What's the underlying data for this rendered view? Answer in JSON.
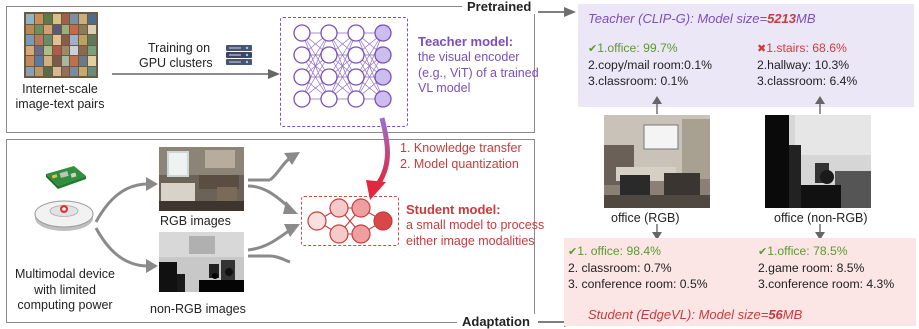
{
  "sections": {
    "pretrained": "Pretrained",
    "adaptation": "Adaptation"
  },
  "pretrain": {
    "data_caption_l1": "Internet-scale",
    "data_caption_l2": "image-text pairs",
    "training_l1": "Training on",
    "training_l2": "GPU clusters",
    "teacher_title": "Teacher model:",
    "teacher_desc_l1": "the visual encoder",
    "teacher_desc_l2": "(e.g., ViT) of a trained",
    "teacher_desc_l3": "VL model"
  },
  "transfer": {
    "step1": "1. Knowledge transfer",
    "step2": "2. Model quantization"
  },
  "adapt": {
    "device_l1": "Multimodal device",
    "device_l2": "with limited",
    "device_l3": "computing power",
    "rgb_caption": "RGB images",
    "nonrgb_caption": "non-RGB images",
    "student_title": "Student model:",
    "student_desc_l1": "a small model to process",
    "student_desc_l2": "either image modalities"
  },
  "teacher_panel": {
    "label_prefix": "Teacher (CLIP-G): Model size=",
    "label_value": "5213",
    "label_unit": "MB",
    "rgb_results": [
      "1.office: 99.7%",
      "2.copy/mail room:0.1%",
      "3.classroom: 0.1%"
    ],
    "nonrgb_results": [
      "1.stairs: 68.6%",
      "2.hallway: 10.3%",
      "3.classroom: 6.4%"
    ]
  },
  "examples": {
    "rgb_label": "office (RGB)",
    "nonrgb_label": "office (non-RGB)"
  },
  "student_panel": {
    "label_prefix": "Student (EdgeVL): Model size=",
    "label_value": "56",
    "label_unit": "MB",
    "rgb_results": [
      "1. office: 98.4%",
      "2. classroom: 0.7%",
      "3. conference room: 0.5%"
    ],
    "nonrgb_results": [
      "1.office: 78.5%",
      "2.game room: 8.5%",
      "3.conference room: 4.3%"
    ]
  },
  "colors": {
    "teacher_bg": "#ebe7f7",
    "student_bg": "#fbe5e5",
    "teacher_accent": "#7b4fb8",
    "student_accent": "#c93b3b",
    "correct": "#5b9a2e",
    "wrong": "#d23a3a"
  },
  "icons": [
    "check-circle-icon",
    "cross-circle-icon",
    "gpu-server-icon",
    "robot-vacuum-icon",
    "raspberry-pi-icon",
    "neural-network-icon"
  ]
}
